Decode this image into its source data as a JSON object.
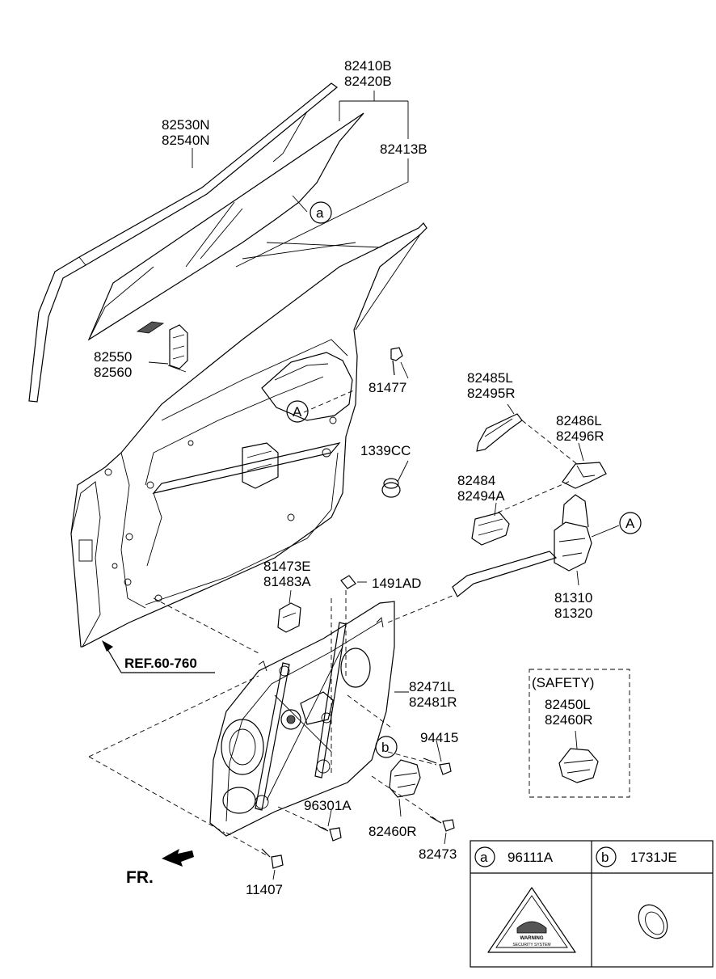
{
  "labels": {
    "glass_a": "82410B",
    "glass_b": "82420B",
    "glass_sub": "82413B",
    "run_a": "82530N",
    "run_b": "82540N",
    "holder_a": "82550",
    "holder_b": "82560",
    "bolt_81477": "81477",
    "grommet_1339cc": "1339CC",
    "rod_a": "82485L",
    "rod_b": "82495R",
    "handle_a": "82486L",
    "handle_b": "82496R",
    "inner_a": "82484",
    "inner_b": "82494A",
    "latch_a": "81310",
    "latch_b": "81320",
    "striker_a": "81473E",
    "striker_b": "81483A",
    "clip_1491ad": "1491AD",
    "ref": "REF.60-760",
    "module_a": "82471L",
    "module_b": "82481R",
    "screw_94415": "94415",
    "screw_96301a": "96301A",
    "motor_82460r": "82460R",
    "bolt_82473": "82473",
    "bolt_11407": "11407",
    "safety_title": "(SAFETY)",
    "safety_a": "82450L",
    "safety_b": "82460R",
    "front": "FR.",
    "callout_a": "A",
    "callout_a_lower": "a",
    "callout_b_lower": "b"
  },
  "legend": {
    "a_key": "a",
    "a_part": "96111A",
    "b_key": "b",
    "b_part": "1731JE"
  },
  "sticker_text": {
    "line1": "WARNING",
    "line2": "SECURITY SYSTEM"
  }
}
